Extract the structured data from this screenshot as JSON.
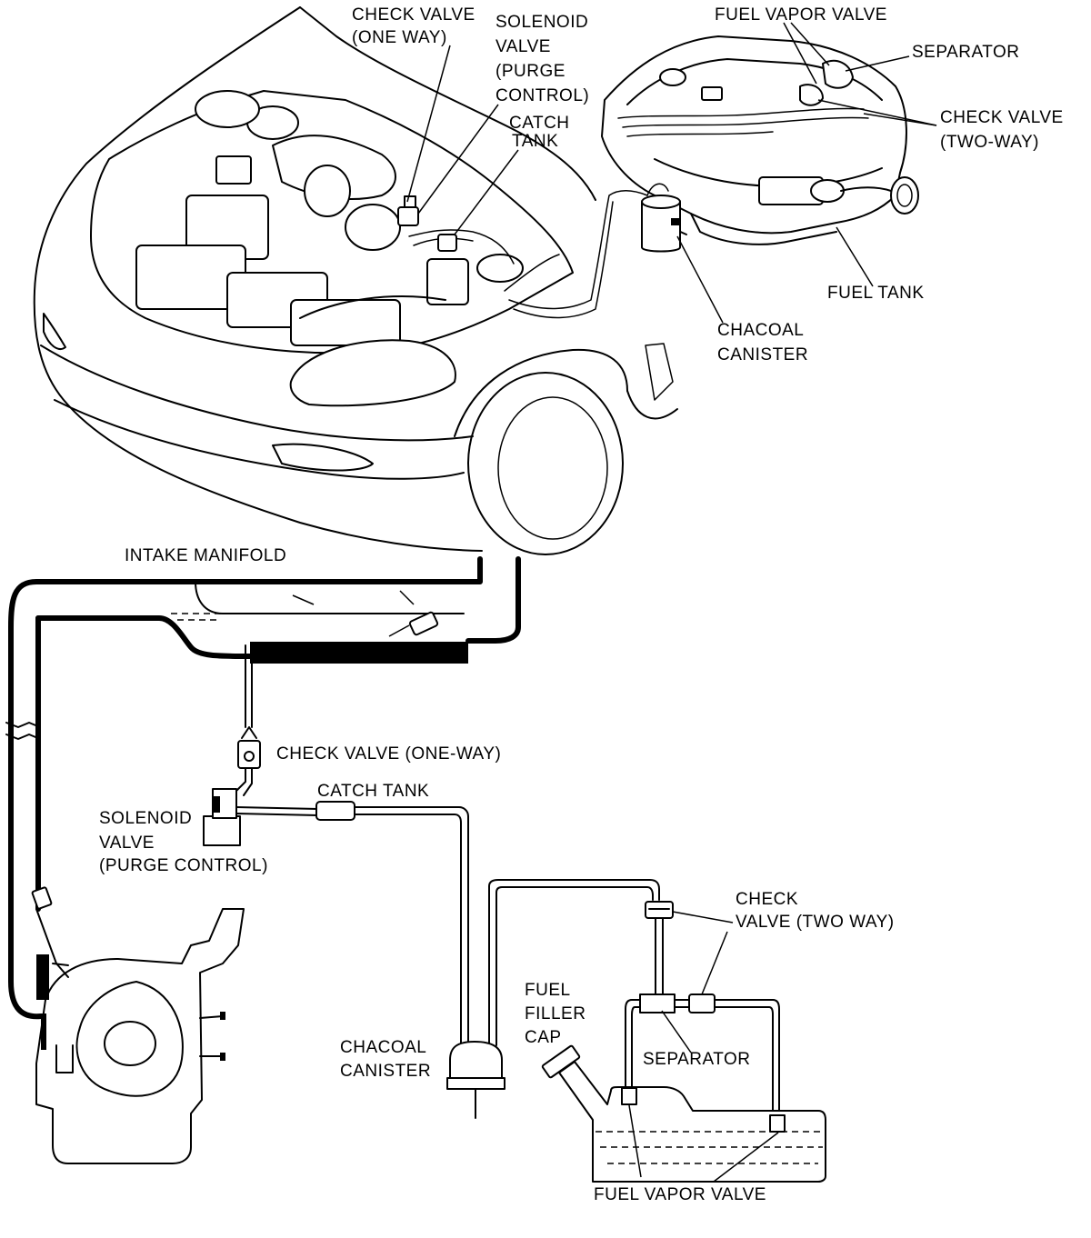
{
  "top_view": {
    "labels": {
      "check_valve_one_way": [
        "CHECK VALVE",
        "(ONE WAY)"
      ],
      "solenoid_valve": [
        "SOLENOID",
        "VALVE",
        "(PURGE",
        "CONTROL)"
      ],
      "catch_tank": [
        "CATCH",
        "TANK"
      ],
      "fuel_vapor_valve": "FUEL VAPOR VALVE",
      "separator": "SEPARATOR",
      "check_valve_two_way": [
        "CHECK VALVE",
        "(TWO-WAY)"
      ],
      "fuel_tank": "FUEL TANK",
      "charcoal_canister": [
        "CHACOAL",
        "CANISTER"
      ]
    }
  },
  "schematic": {
    "labels": {
      "intake_manifold": "INTAKE MANIFOLD",
      "check_valve_one_way": "CHECK VALVE (ONE-WAY)",
      "catch_tank": "CATCH TANK",
      "solenoid_valve": [
        "SOLENOID",
        "VALVE",
        "(PURGE CONTROL)"
      ],
      "check_valve_two_way": [
        "CHECK",
        "VALVE (TWO WAY)"
      ],
      "fuel_filler_cap": [
        "FUEL",
        "FILLER",
        "CAP"
      ],
      "separator": "SEPARATOR",
      "charcoal_canister": [
        "CHACOAL",
        "CANISTER"
      ],
      "fuel_vapor_valve": "FUEL VAPOR VALVE"
    }
  }
}
